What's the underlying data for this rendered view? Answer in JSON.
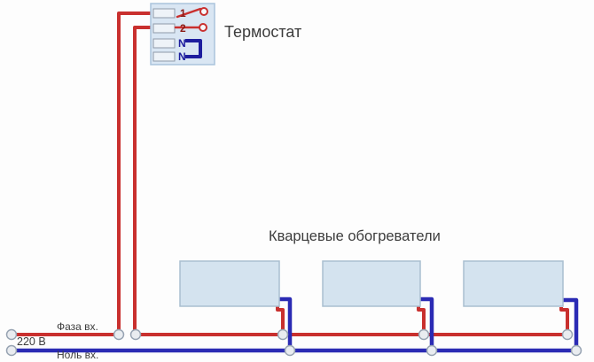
{
  "diagram": {
    "thermostat": {
      "label": "Термостат",
      "terminal_1": "1",
      "terminal_2": "2",
      "terminal_3": "N",
      "terminal_4": "N"
    },
    "heaters": {
      "title": "Кварцевые обогреватели",
      "count": 3
    },
    "supply": {
      "voltage": "220 В",
      "phase": "Фаза вх.",
      "neutral": "Ноль вх."
    },
    "colors": {
      "phase_wire": "#c9302e",
      "neutral_wire": "#2b2bb4",
      "jumper_wire": "#1d1d9e",
      "heater_fill": "#d4e3ef",
      "thermostat_box_fill": "#d9e6f3",
      "label_text": "#3c3c3c"
    }
  }
}
